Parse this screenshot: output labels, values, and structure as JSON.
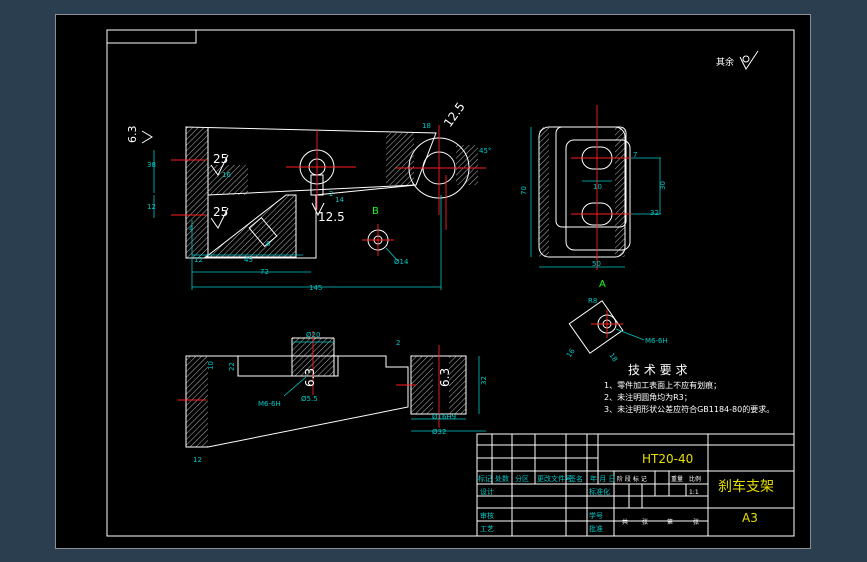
{
  "surface_finish": {
    "rest_label": "其余",
    "symbols": [
      "6.3",
      "25",
      "25",
      "12.5",
      "12.5",
      "6.3",
      "6.3"
    ]
  },
  "dims_front": [
    "38",
    "12",
    "16",
    "4",
    "12",
    "45",
    "72",
    "145",
    "18",
    "45°",
    "2",
    "14",
    "6"
  ],
  "dims_side": [
    "70",
    "50",
    "30",
    "7",
    "10",
    "32"
  ],
  "view_labels": {
    "b": "B",
    "b_dim": "Ø14",
    "a": "A",
    "a_dims": [
      "R8",
      "16",
      "18"
    ],
    "a_thread": "M6-6H"
  },
  "dims_bottom": [
    "Ø20",
    "2",
    "10",
    "22",
    "12",
    "32",
    "Ø16H9",
    "Ø32"
  ],
  "thread_bottom": {
    "thread_1": "M6-6H",
    "thread_2": "Ø5.5"
  },
  "tech_req": {
    "title": "技 术 要 求",
    "items": [
      "1、零件加工表面上不应有划痕；",
      "2、未注明圆角均为R3；",
      "3、未注明形状公差应符合GB1184-80的要求。"
    ]
  },
  "title_block": {
    "material": "HT20-40",
    "part_name": "刹车支架",
    "size": "A3",
    "scale": "1:1",
    "headers": [
      "标记",
      "处数",
      "分区",
      "更改文件号",
      "签名",
      "年 月 日"
    ],
    "rows_left": [
      "设计",
      "审核",
      "工艺"
    ],
    "rows_mid": [
      "标准化",
      "学号",
      "批准"
    ],
    "stage_labels": [
      "阶 段 标 记",
      "重量",
      "比例"
    ],
    "bottom_labels": [
      "共",
      "张",
      "第",
      "张"
    ]
  }
}
